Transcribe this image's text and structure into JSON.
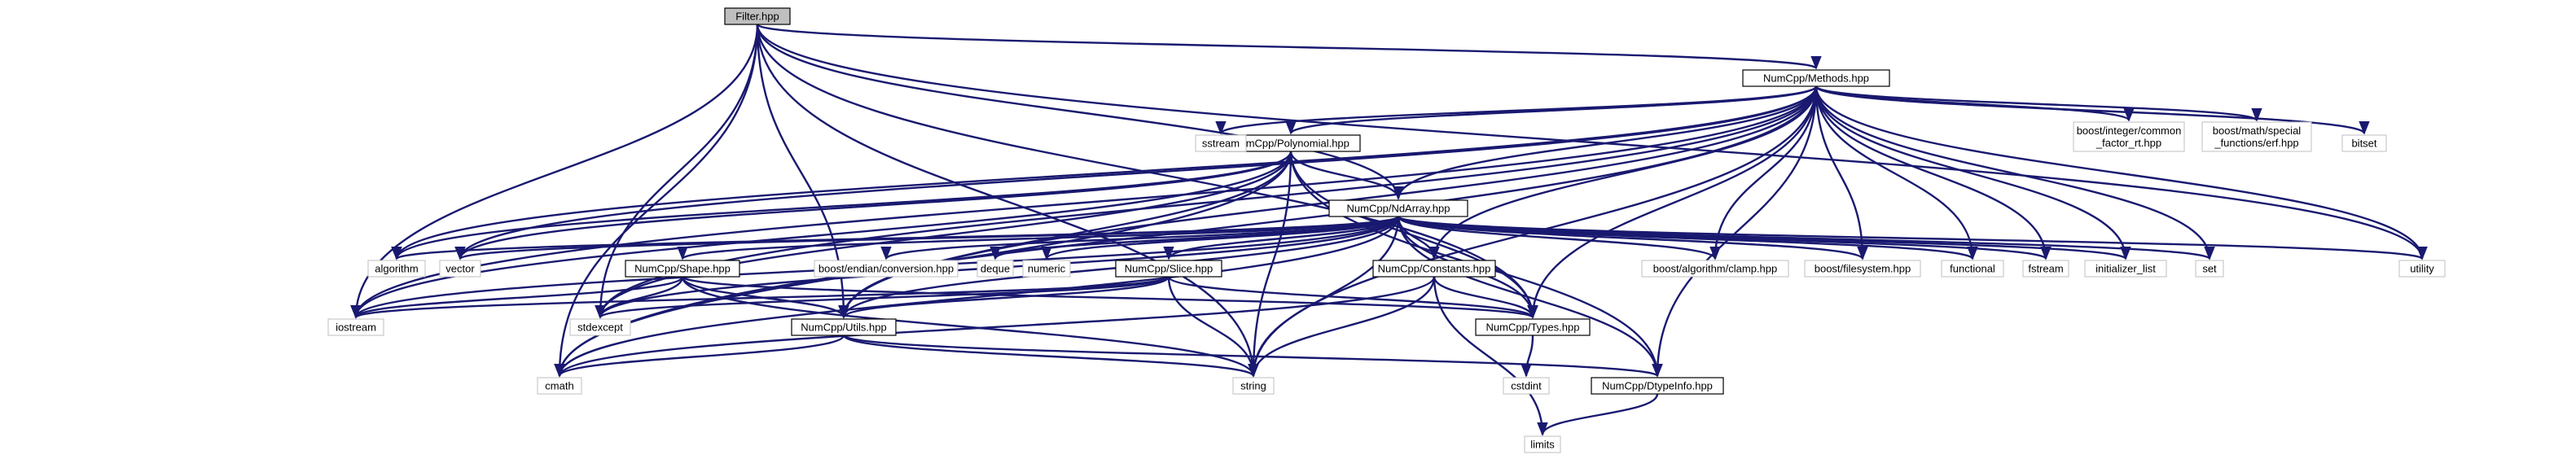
{
  "diagram": {
    "colors": {
      "edge": "#191970",
      "root_fill": "#bfbfbf",
      "project_border": "#000000",
      "system_border": "#bfbfbf",
      "background": "#ffffff"
    },
    "nodes": [
      {
        "id": "filter",
        "label": "Filter.hpp",
        "kind": "root"
      },
      {
        "id": "methods",
        "label": "NumCpp/Methods.hpp",
        "kind": "project"
      },
      {
        "id": "polynomial",
        "label": "NumCpp/Polynomial.hpp",
        "kind": "project"
      },
      {
        "id": "ndarray",
        "label": "NumCpp/NdArray.hpp",
        "kind": "project"
      },
      {
        "id": "shape",
        "label": "NumCpp/Shape.hpp",
        "kind": "project"
      },
      {
        "id": "slice",
        "label": "NumCpp/Slice.hpp",
        "kind": "project"
      },
      {
        "id": "constants",
        "label": "NumCpp/Constants.hpp",
        "kind": "project"
      },
      {
        "id": "types",
        "label": "NumCpp/Types.hpp",
        "kind": "project"
      },
      {
        "id": "utils",
        "label": "NumCpp/Utils.hpp",
        "kind": "project"
      },
      {
        "id": "dtypeinfo",
        "label": "NumCpp/DtypeInfo.hpp",
        "kind": "project"
      },
      {
        "id": "sstream",
        "label": "sstream",
        "kind": "system"
      },
      {
        "id": "gcd",
        "label": [
          "boost/integer/common",
          "_factor_rt.hpp"
        ],
        "kind": "system"
      },
      {
        "id": "erf",
        "label": [
          "boost/math/special",
          "_functions/erf.hpp"
        ],
        "kind": "system"
      },
      {
        "id": "bitset",
        "label": "bitset",
        "kind": "system"
      },
      {
        "id": "algorithm",
        "label": "algorithm",
        "kind": "system"
      },
      {
        "id": "vector",
        "label": "vector",
        "kind": "system"
      },
      {
        "id": "conversion",
        "label": "boost/endian/conversion.hpp",
        "kind": "system"
      },
      {
        "id": "deque",
        "label": "deque",
        "kind": "system"
      },
      {
        "id": "numeric",
        "label": "numeric",
        "kind": "system"
      },
      {
        "id": "clamp",
        "label": "boost/algorithm/clamp.hpp",
        "kind": "system"
      },
      {
        "id": "filesystem",
        "label": "boost/filesystem.hpp",
        "kind": "system"
      },
      {
        "id": "functional",
        "label": "functional",
        "kind": "system"
      },
      {
        "id": "fstream",
        "label": "fstream",
        "kind": "system"
      },
      {
        "id": "initializer_list",
        "label": "initializer_list",
        "kind": "system"
      },
      {
        "id": "set",
        "label": "set",
        "kind": "system"
      },
      {
        "id": "utility",
        "label": "utility",
        "kind": "system"
      },
      {
        "id": "iostream",
        "label": "iostream",
        "kind": "system"
      },
      {
        "id": "stdexcept",
        "label": "stdexcept",
        "kind": "system"
      },
      {
        "id": "cstdint",
        "label": "cstdint",
        "kind": "system"
      },
      {
        "id": "cmath",
        "label": "cmath",
        "kind": "system"
      },
      {
        "id": "string",
        "label": "string",
        "kind": "system"
      },
      {
        "id": "limits",
        "label": "limits",
        "kind": "system"
      }
    ],
    "edges": [
      [
        "filter",
        "methods"
      ],
      [
        "filter",
        "ndarray"
      ],
      [
        "filter",
        "types"
      ],
      [
        "filter",
        "iostream"
      ],
      [
        "filter",
        "stdexcept"
      ],
      [
        "filter",
        "cmath"
      ],
      [
        "filter",
        "string"
      ],
      [
        "filter",
        "utility"
      ],
      [
        "filter",
        "utils"
      ],
      [
        "methods",
        "polynomial"
      ],
      [
        "methods",
        "ndarray"
      ],
      [
        "methods",
        "constants"
      ],
      [
        "methods",
        "types"
      ],
      [
        "methods",
        "utils"
      ],
      [
        "methods",
        "dtypeinfo"
      ],
      [
        "methods",
        "sstream"
      ],
      [
        "methods",
        "gcd"
      ],
      [
        "methods",
        "erf"
      ],
      [
        "methods",
        "bitset"
      ],
      [
        "methods",
        "algorithm"
      ],
      [
        "methods",
        "vector"
      ],
      [
        "methods",
        "clamp"
      ],
      [
        "methods",
        "filesystem"
      ],
      [
        "methods",
        "functional"
      ],
      [
        "methods",
        "fstream"
      ],
      [
        "methods",
        "initializer_list"
      ],
      [
        "methods",
        "set"
      ],
      [
        "methods",
        "utility"
      ],
      [
        "methods",
        "iostream"
      ],
      [
        "methods",
        "stdexcept"
      ],
      [
        "methods",
        "string"
      ],
      [
        "methods",
        "cmath"
      ],
      [
        "polynomial",
        "ndarray"
      ],
      [
        "polynomial",
        "types"
      ],
      [
        "polynomial",
        "utils"
      ],
      [
        "polynomial",
        "algorithm"
      ],
      [
        "polynomial",
        "vector"
      ],
      [
        "polynomial",
        "iostream"
      ],
      [
        "polynomial",
        "stdexcept"
      ],
      [
        "polynomial",
        "string"
      ],
      [
        "polynomial",
        "cmath"
      ],
      [
        "polynomial",
        "dtypeinfo"
      ],
      [
        "ndarray",
        "shape"
      ],
      [
        "ndarray",
        "slice"
      ],
      [
        "ndarray",
        "constants"
      ],
      [
        "ndarray",
        "types"
      ],
      [
        "ndarray",
        "utils"
      ],
      [
        "ndarray",
        "dtypeinfo"
      ],
      [
        "ndarray",
        "algorithm"
      ],
      [
        "ndarray",
        "vector"
      ],
      [
        "ndarray",
        "conversion"
      ],
      [
        "ndarray",
        "deque"
      ],
      [
        "ndarray",
        "numeric"
      ],
      [
        "ndarray",
        "clamp"
      ],
      [
        "ndarray",
        "filesystem"
      ],
      [
        "ndarray",
        "functional"
      ],
      [
        "ndarray",
        "fstream"
      ],
      [
        "ndarray",
        "initializer_list"
      ],
      [
        "ndarray",
        "set"
      ],
      [
        "ndarray",
        "utility"
      ],
      [
        "ndarray",
        "iostream"
      ],
      [
        "ndarray",
        "stdexcept"
      ],
      [
        "ndarray",
        "string"
      ],
      [
        "ndarray",
        "cmath"
      ],
      [
        "shape",
        "types"
      ],
      [
        "shape",
        "utils"
      ],
      [
        "shape",
        "iostream"
      ],
      [
        "shape",
        "stdexcept"
      ],
      [
        "shape",
        "string"
      ],
      [
        "slice",
        "types"
      ],
      [
        "slice",
        "utils"
      ],
      [
        "slice",
        "iostream"
      ],
      [
        "slice",
        "stdexcept"
      ],
      [
        "slice",
        "string"
      ],
      [
        "constants",
        "types"
      ],
      [
        "constants",
        "cmath"
      ],
      [
        "constants",
        "string"
      ],
      [
        "constants",
        "limits"
      ],
      [
        "types",
        "cstdint"
      ],
      [
        "utils",
        "dtypeinfo"
      ],
      [
        "utils",
        "cmath"
      ],
      [
        "utils",
        "string"
      ],
      [
        "dtypeinfo",
        "limits"
      ]
    ]
  }
}
